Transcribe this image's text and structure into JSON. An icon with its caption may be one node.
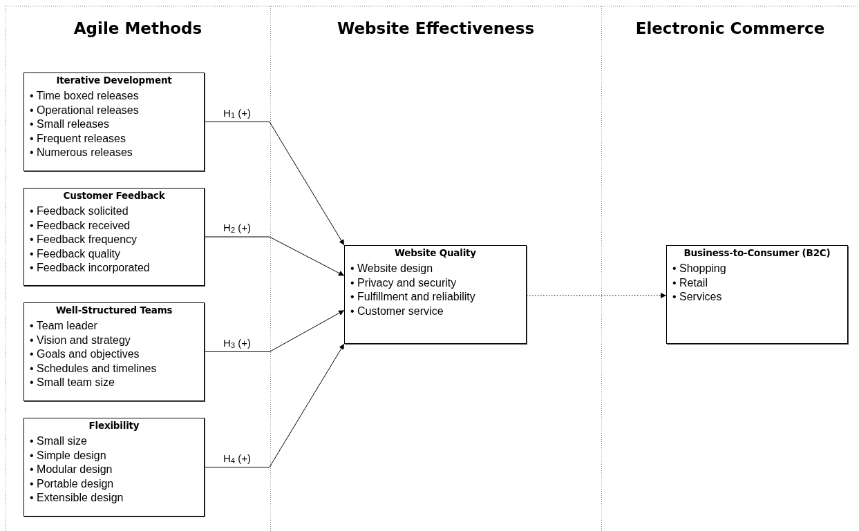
{
  "diagram": {
    "nodes": [
      {
        "text": [
          "Iterative Development",
          "• Time boxed releases",
          "• Operational releases",
          "• Small releases",
          "• Frequent releases",
          "• Numerous releases"
        ]
      },
      {
        "text": [
          "Customer Feedback",
          "• Feedback solicited",
          "• Feedback received",
          "• Feedback frequency",
          "• Feedback quality",
          "• Feedback incorporated"
        ]
      },
      {
        "text": [
          "Well-Structured Teams",
          "• Team leader",
          "• Vision and strategy",
          "• Goals and objectives",
          "• Schedules and timelines",
          "• Small team size"
        ]
      },
      {
        "text": [
          "Flexibility",
          "• Small size",
          "• Simple design",
          "• Modular design",
          "• Portable design",
          "• Extensible design"
        ]
      },
      {
        "text": [
          "Website Quality",
          "• Website design",
          "• Privacy and security",
          "• Fulfillment and reliability",
          "• Customer service"
        ]
      },
      {
        "text": [
          "Business-to-Consumer (B2C)",
          "• Shopping",
          "• Retail",
          "• Services"
        ]
      }
    ],
    "edges": [
      {
        "from": 0,
        "to": 4,
        "arrow": "to",
        "label": "H$_{1}$ (+)"
      },
      {
        "from": 1,
        "to": 4,
        "arrow": "to",
        "label": "H$_{2}$ (+)"
      },
      {
        "from": 2,
        "to": 4,
        "arrow": "to",
        "label": "H$_{3}$ (+)"
      },
      {
        "from": 3,
        "to": 4,
        "arrow": "to",
        "label": "H$_{4}$ (+)"
      },
      {
        "from": 4,
        "to": 5,
        "arrow": "to",
        "style": "dashed"
      }
    ],
    "labels": [
      "Agile Methods",
      "Website Effectiveness",
      "Electronic Commerce"
    ]
  }
}
